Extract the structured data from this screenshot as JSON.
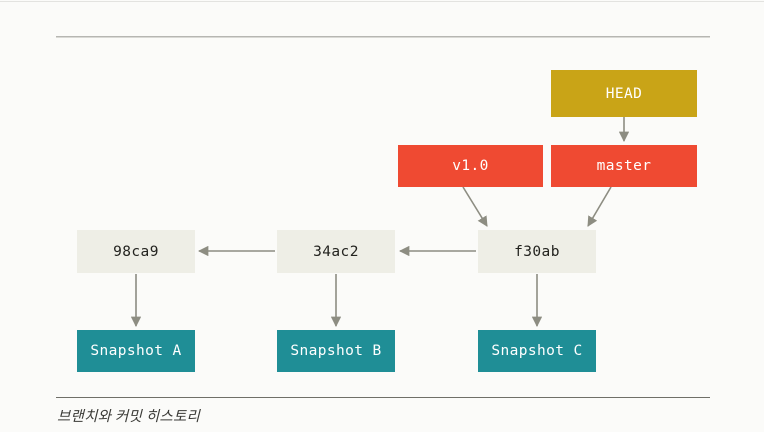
{
  "caption": "브랜치와 커밋 히스토리",
  "colors": {
    "background": "#fbfbf9",
    "head": "#c9a417",
    "branch": "#ef4a32",
    "commit": "#eeeee6",
    "snapshot": "#1f8e96",
    "arrow": "#8d8d82",
    "rule_top": "#b6b6b2",
    "rule_bottom": "#6f6f68",
    "commit_text": "#23231f",
    "box_text": "#ffffff"
  },
  "diagram": {
    "head": {
      "label": "HEAD"
    },
    "branches": [
      {
        "label": "v1.0"
      },
      {
        "label": "master"
      }
    ],
    "commits": [
      {
        "label": "98ca9"
      },
      {
        "label": "34ac2"
      },
      {
        "label": "f30ab"
      }
    ],
    "snapshots": [
      {
        "label": "Snapshot A"
      },
      {
        "label": "Snapshot B"
      },
      {
        "label": "Snapshot C"
      }
    ],
    "edges": [
      {
        "from": "HEAD",
        "to": "master"
      },
      {
        "from": "v1.0",
        "to": "f30ab"
      },
      {
        "from": "master",
        "to": "f30ab"
      },
      {
        "from": "f30ab",
        "to": "34ac2"
      },
      {
        "from": "34ac2",
        "to": "98ca9"
      },
      {
        "from": "98ca9",
        "to": "Snapshot A"
      },
      {
        "from": "34ac2",
        "to": "Snapshot B"
      },
      {
        "from": "f30ab",
        "to": "Snapshot C"
      }
    ]
  }
}
